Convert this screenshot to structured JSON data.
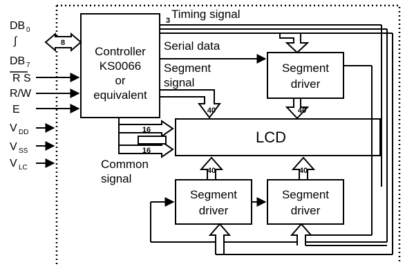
{
  "labels": {
    "timing_signal": "Timing signal",
    "serial_data": "Serial data",
    "segment_signal_1": "Segment",
    "segment_signal_2": "signal",
    "common_signal_1": "Common",
    "common_signal_2": "signal"
  },
  "blocks": {
    "controller": [
      "Controller",
      "KS0066",
      "or",
      "equivalent"
    ],
    "segment_driver_top": [
      "Segment",
      "driver"
    ],
    "segment_driver_bottom_left": [
      "Segment",
      "driver"
    ],
    "segment_driver_bottom_right": [
      "Segment",
      "driver"
    ],
    "lcd": "LCD"
  },
  "bus_widths": {
    "data_bus": "8",
    "timing": "3",
    "controller_to_lcd": "40",
    "top_driver_to_lcd": "40",
    "common_upper": "16",
    "common_lower": "16",
    "bottom_left_to_lcd": "40",
    "bottom_right_to_lcd": "40"
  },
  "pins": {
    "db0": {
      "main": "DB",
      "sub": "0"
    },
    "db7": {
      "main": "DB",
      "sub": "7"
    },
    "rs": "R S",
    "rw": "R/W",
    "e": "E",
    "vdd": {
      "main": "V",
      "sub": "DD"
    },
    "vss": {
      "main": "V",
      "sub": "SS"
    },
    "vlc": {
      "main": "V",
      "sub": "LC"
    }
  }
}
